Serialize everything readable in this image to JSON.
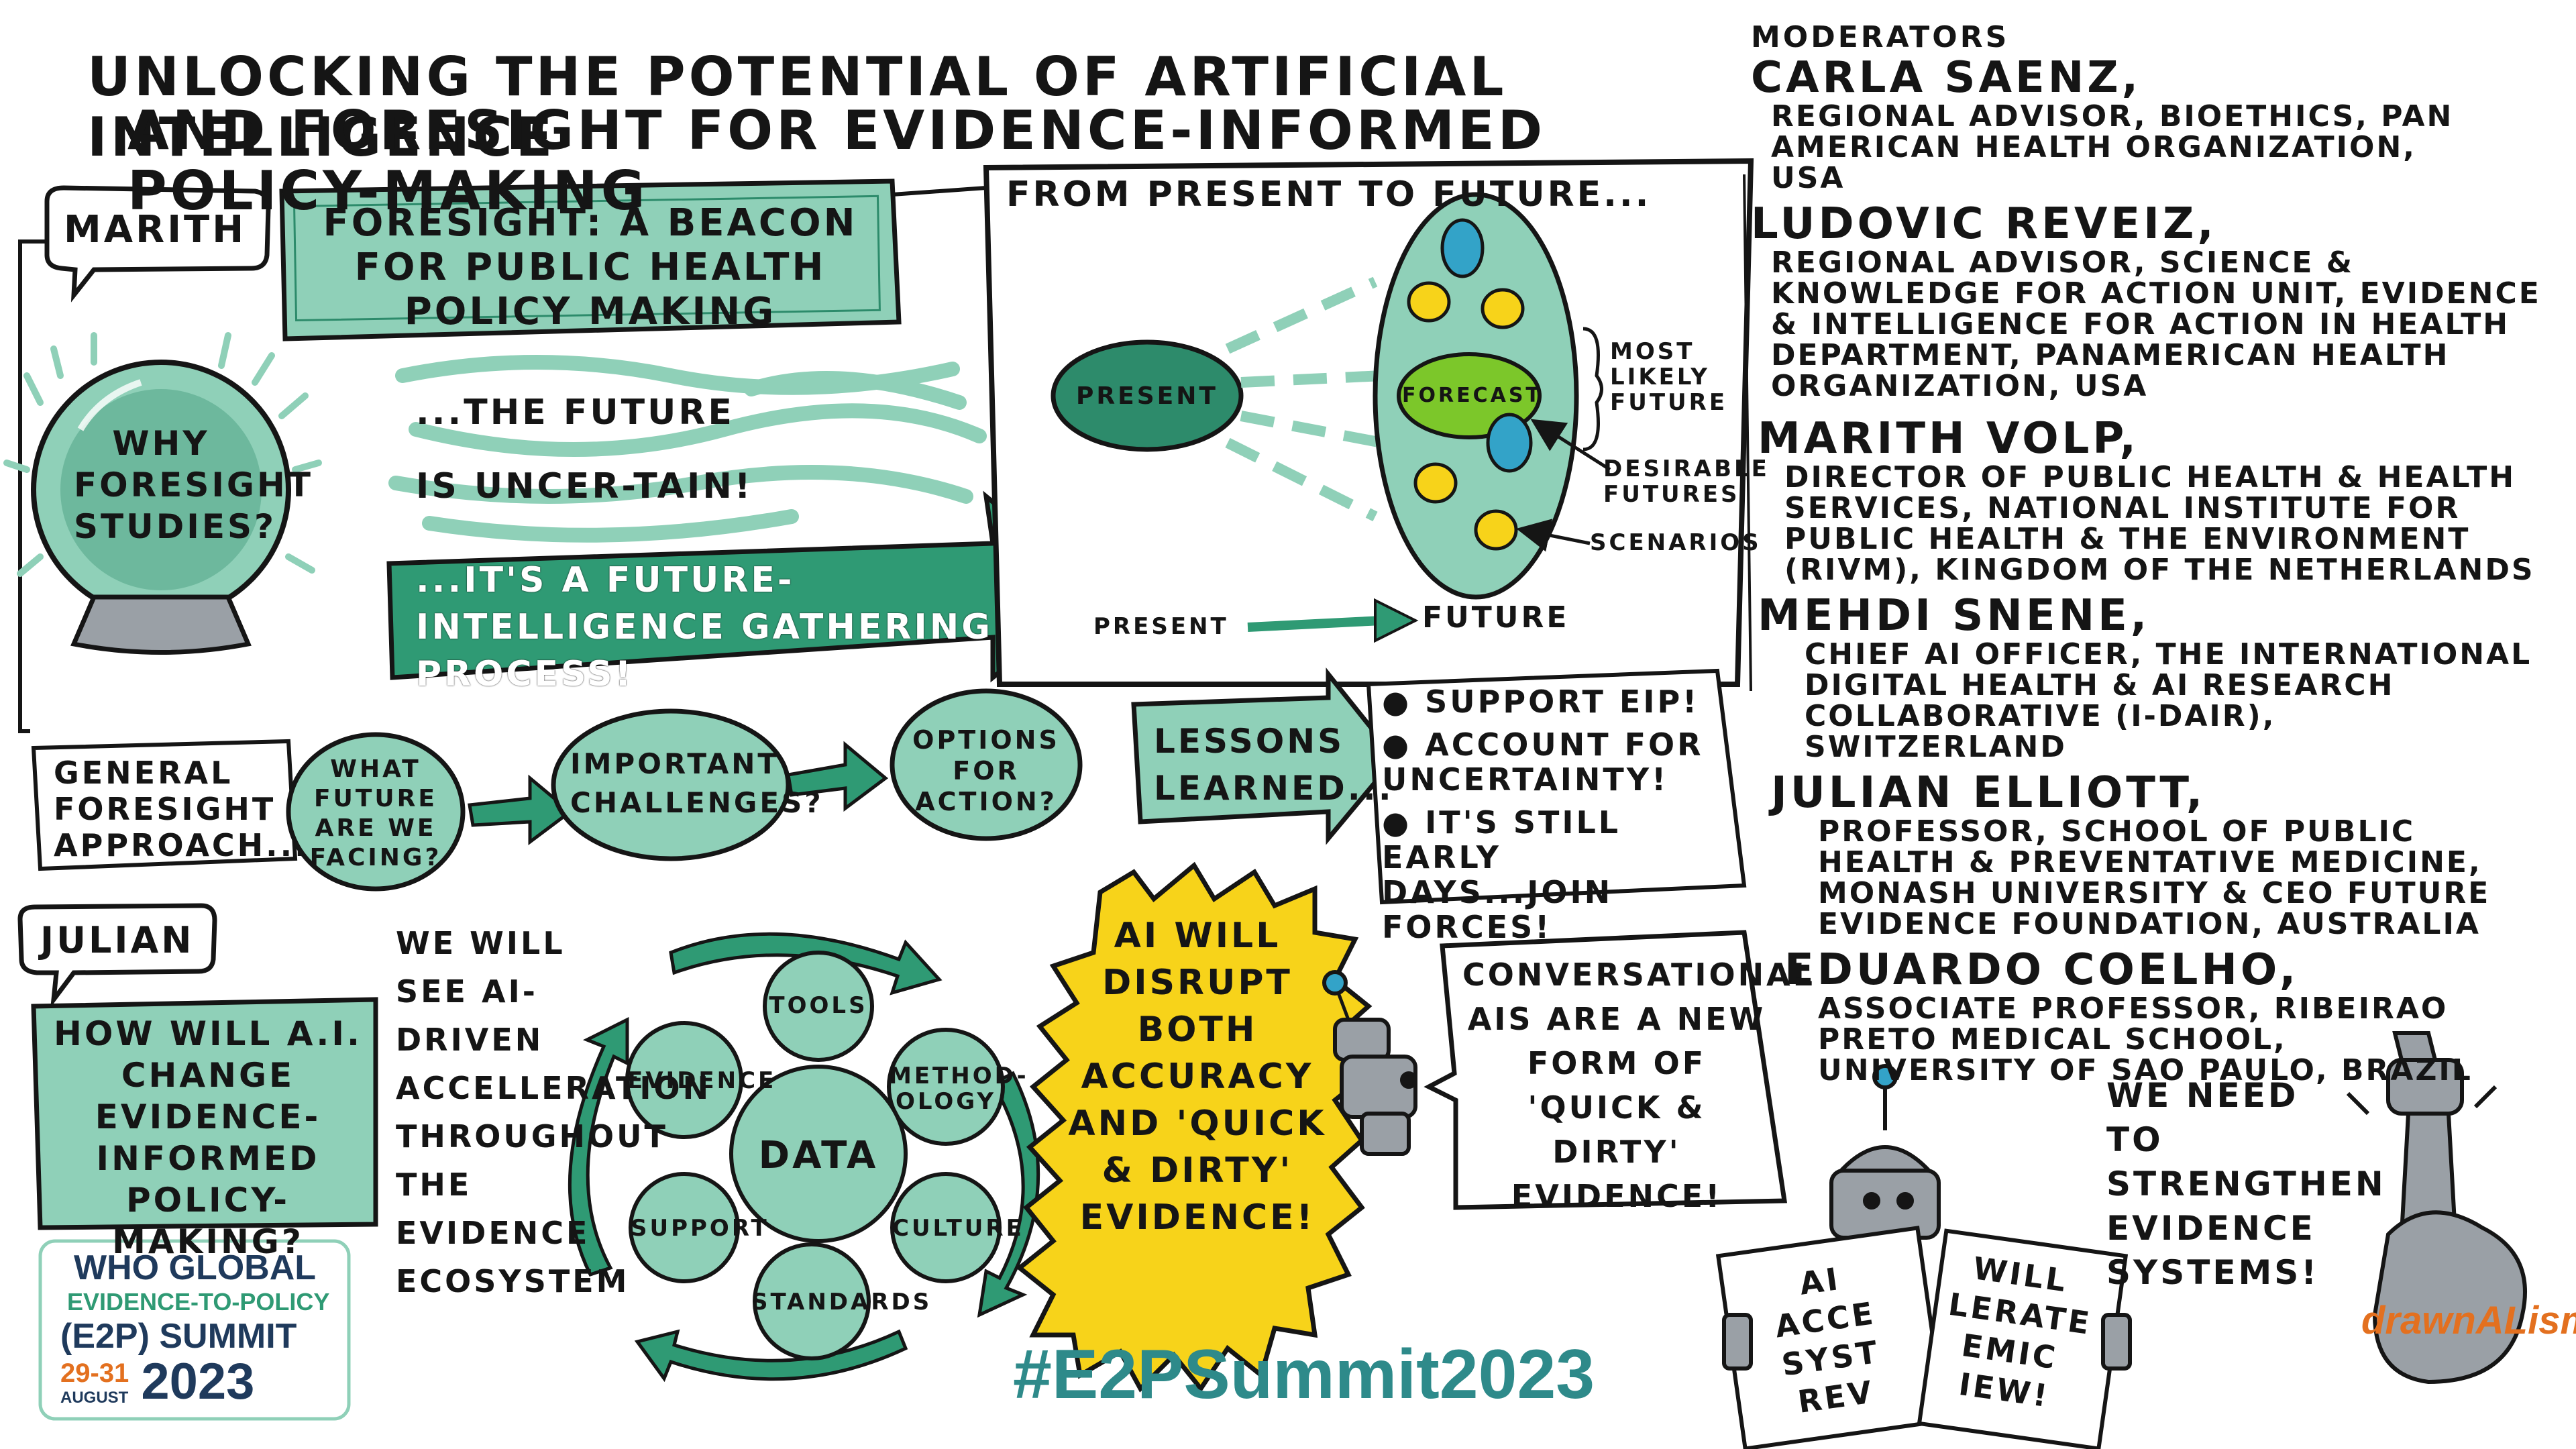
{
  "title": {
    "line1": "UNLOCKING THE POTENTIAL of ARTIFICIAL INTELLIGENCE",
    "line2": "AND FORESIGHT FOR EVIDENCE-INFORMED POLICY-MAKING"
  },
  "speakers_tags": {
    "marith": "MARITH",
    "julian": "JULIAN"
  },
  "foresight": {
    "banner": "FORESIGHT: A BEACON FOR PUBLIC HEALTH POLICY MAKING",
    "crystal_ball": "WHY FORESIGHT STUDIES?",
    "uncertain": "...THE FUTURE IS UNCER-TAIN!",
    "arrow": "...IT'S A FUTURE-INTELLIGENCE GATHERING PROCESS!"
  },
  "present_future": {
    "heading": "FROM PRESENT TO FUTURE...",
    "present_oval": "PRESENT",
    "forecast_oval": "FORECAST",
    "most_likely": "MOST LIKELY FUTURE",
    "desirable": "DESIRABLE FUTURES",
    "scenarios": "SCENARIOS",
    "axis_start": "PRESENT",
    "axis_end": "FUTURE"
  },
  "approach": {
    "label": "GENERAL FORESIGHT APPROACH...",
    "step1": "WHAT FUTURE ARE WE FACING?",
    "step2": "IMPORTANT CHALLENGES?",
    "step3": "OPTIONS FOR ACTION?"
  },
  "lessons": {
    "label": "LESSONS LEARNED...",
    "items": [
      "SUPPORT EIP!",
      "ACCOUNT FOR UNCERTAINTY!",
      "IT'S STILL EARLY DAYS...JOIN FORCES!"
    ]
  },
  "julian_question": "HOW WILL A.I. CHANGE EVIDENCE-INFORMED POLICY-MAKING?",
  "we_will_see": "WE WILL SEE AI-DRIVEN ACCELLERATION THROUGHOUT THE EVIDENCE ECOSYSTEM",
  "ecosystem": {
    "center": "DATA",
    "nodes": [
      "TOOLS",
      "METHOD-OLOGY",
      "CULTURE",
      "STANDARDS",
      "SUPPORT",
      "EVIDENCE"
    ]
  },
  "ai_burst": "AI WILL DISRUPT BOTH ACCURACY AND 'QUICK & DIRTY' EVIDENCE!",
  "conversational": "CONVERSATIONAL AIs ARE A NEW FORM OF 'QUICK & DIRTY' EVIDENCE!",
  "newspaper": {
    "left": "AI ACCE SYST REV",
    "right": "WILL LERATE EMIC IEW!"
  },
  "strengthen": "WE NEED TO STRENGTHEN EVIDENCE SYSTEMS!",
  "hashtag": "#E2PSummit2023",
  "summit_logo": {
    "line1": "WHO GLOBAL",
    "line2": "EVIDENCE-TO-POLICY",
    "line3": "(E2P) SUMMIT",
    "dates": "29-31",
    "month": "AUGUST",
    "year": "2023"
  },
  "artist_logo": "drawnALism",
  "moderators": {
    "heading": "MODERATORS",
    "people": [
      {
        "name": "CARLA SAENZ,",
        "role": "REGIONAL ADVISOR, BIOETHICS, PAN AMERICAN HEALTH ORGANIZATION, USA"
      },
      {
        "name": "LUDOVIC REVEIZ,",
        "role": "REGIONAL ADVISOR, SCIENCE & KNOWLEDGE FOR ACTION UNIT, EVIDENCE & INTELLIGENCE FOR ACTION IN HEALTH DEPARTMENT, PANAMERICAN HEALTH ORGANIZATION, USA"
      }
    ]
  },
  "panelists": [
    {
      "name": "MARITH VOLP,",
      "role": "DIRECTOR OF PUBLIC HEALTH & HEALTH SERVICES, NATIONAL INSTITUTE FOR PUBLIC HEALTH & THE ENVIRONMENT (RIVM), KINGDOM OF THE NETHERLANDS"
    },
    {
      "name": "MEHDI SNENE,",
      "role": "CHIEF AI OFFICER, THE INTERNATIONAL DIGITAL HEALTH & AI RESEARCH COLLABORATIVE (I-DAIR), SWITZERLAND"
    },
    {
      "name": "JULIAN ELLIOTT,",
      "role": "PROFESSOR, SCHOOL OF PUBLIC HEALTH & PREVENTATIVE MEDICINE, MONASH UNIVERSITY & CEO FUTURE EVIDENCE FOUNDATION, AUSTRALIA"
    },
    {
      "name": "EDUARDO COELHO,",
      "role": "ASSOCIATE PROFESSOR, RIBEIRAO PRETO MEDICAL SCHOOL, UNIVERSITY OF SAO PAULO, BRAZIL"
    }
  ],
  "colors": {
    "teal_light": "#8fd0b8",
    "teal_dark": "#2d8b6b",
    "green_arrow": "#2f9a74",
    "yellow": "#f7d31a",
    "lime": "#7cc72a",
    "blue_dot": "#33a3c8",
    "ink": "#151515",
    "hashtag": "#2e8a8a",
    "logo_navy": "#1f3a5c",
    "logo_orange": "#e3701f"
  }
}
